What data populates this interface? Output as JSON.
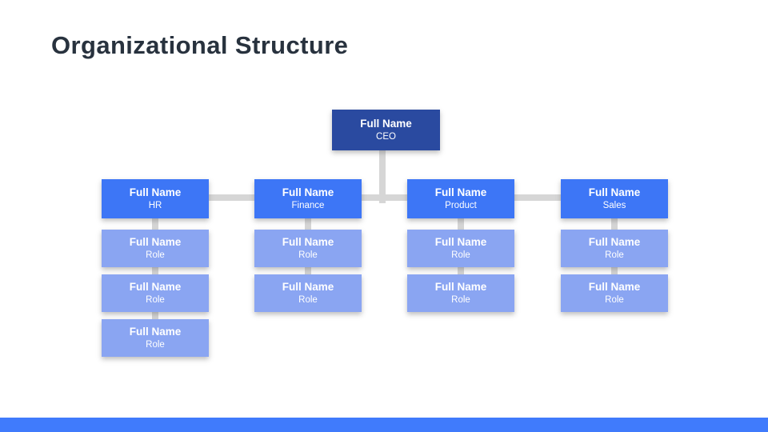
{
  "slide": {
    "title": "Organizational Structure"
  },
  "colors": {
    "title_text": "#28323e",
    "ceo_box": "#2a4aa0",
    "dept_box": "#3d76f6",
    "report_box": "#8aa5f2",
    "connector": "#d6d6d6",
    "footer_bar": "#407bfc",
    "box_text": "#ffffff"
  },
  "org_chart": {
    "root": {
      "name": "Full Name",
      "role": "CEO"
    },
    "departments": [
      {
        "name": "Full Name",
        "role": "HR",
        "reports": [
          {
            "name": "Full Name",
            "role": "Role"
          },
          {
            "name": "Full Name",
            "role": "Role"
          },
          {
            "name": "Full Name",
            "role": "Role"
          }
        ]
      },
      {
        "name": "Full Name",
        "role": "Finance",
        "reports": [
          {
            "name": "Full Name",
            "role": "Role"
          },
          {
            "name": "Full Name",
            "role": "Role"
          }
        ]
      },
      {
        "name": "Full Name",
        "role": "Product",
        "reports": [
          {
            "name": "Full Name",
            "role": "Role"
          },
          {
            "name": "Full Name",
            "role": "Role"
          }
        ]
      },
      {
        "name": "Full Name",
        "role": "Sales",
        "reports": [
          {
            "name": "Full Name",
            "role": "Role"
          },
          {
            "name": "Full Name",
            "role": "Role"
          }
        ]
      }
    ]
  }
}
